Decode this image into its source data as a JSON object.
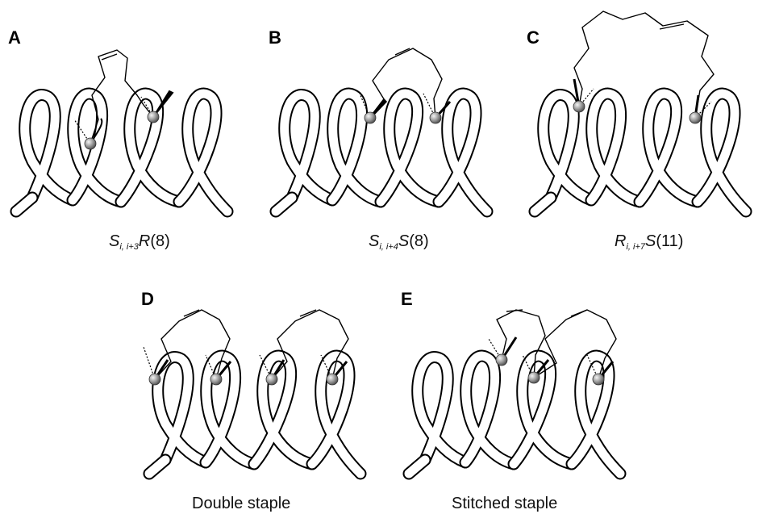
{
  "panels": [
    {
      "id": "A",
      "caption_main": "S",
      "caption_sub": "i, i+3",
      "caption_main2": "R",
      "caption_tail": "(8)"
    },
    {
      "id": "B",
      "caption_main": "S",
      "caption_sub": "i, i+4",
      "caption_main2": "S",
      "caption_tail": "(8)"
    },
    {
      "id": "C",
      "caption_main": "R",
      "caption_sub": "i, i+7",
      "caption_main2": "S",
      "caption_tail": "(11)"
    },
    {
      "id": "D",
      "caption_text": "Double staple"
    },
    {
      "id": "E",
      "caption_text": "Stitched staple"
    }
  ],
  "colors": {
    "tube_outline": "#000000",
    "tube_fill": "#ffffff",
    "atom": "#9a9a9a"
  }
}
